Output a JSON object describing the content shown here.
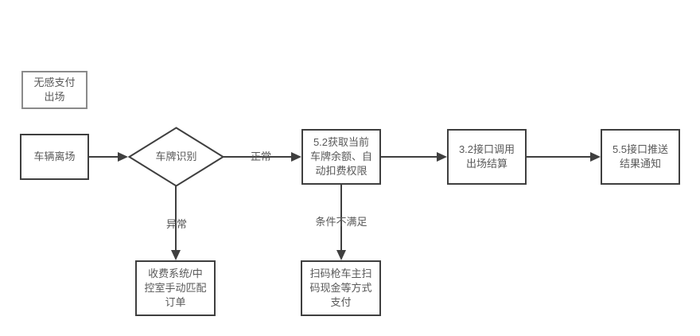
{
  "flowchart": {
    "nodes": [
      {
        "id": "payment-exit-title",
        "shape": "rect",
        "label": "无感支付\n出场"
      },
      {
        "id": "vehicle-exit",
        "shape": "rect",
        "label": "车辆离场"
      },
      {
        "id": "plate-recognition",
        "shape": "diamond",
        "label": "车牌识别"
      },
      {
        "id": "get-balance",
        "shape": "rect",
        "label": "5.2获取当前\n车牌余额、自\n动扣费权限"
      },
      {
        "id": "exit-settlement",
        "shape": "rect",
        "label": "3.2接口调用\n出场结算"
      },
      {
        "id": "push-result",
        "shape": "rect",
        "label": "5.5接口推送\n结果通知"
      },
      {
        "id": "manual-match",
        "shape": "rect",
        "label": "收费系统/中\n控室手动匹配\n订单"
      },
      {
        "id": "scan-pay",
        "shape": "rect",
        "label": "扫码枪车主扫\n码现金等方式\n支付"
      }
    ],
    "edges": [
      {
        "from": "vehicle-exit",
        "to": "plate-recognition"
      },
      {
        "from": "plate-recognition",
        "to": "get-balance",
        "label": "正常"
      },
      {
        "from": "plate-recognition",
        "to": "manual-match",
        "label": "异常"
      },
      {
        "from": "get-balance",
        "to": "scan-pay",
        "label": "条件不满足"
      },
      {
        "from": "get-balance",
        "to": "exit-settlement"
      },
      {
        "from": "exit-settlement",
        "to": "push-result"
      }
    ],
    "colors": {
      "shape_border": "#3f3f3f",
      "title_box_border": "#8a8a8a",
      "line": "#3f3f3f",
      "text": "#595959",
      "background": "#ffffff"
    }
  }
}
